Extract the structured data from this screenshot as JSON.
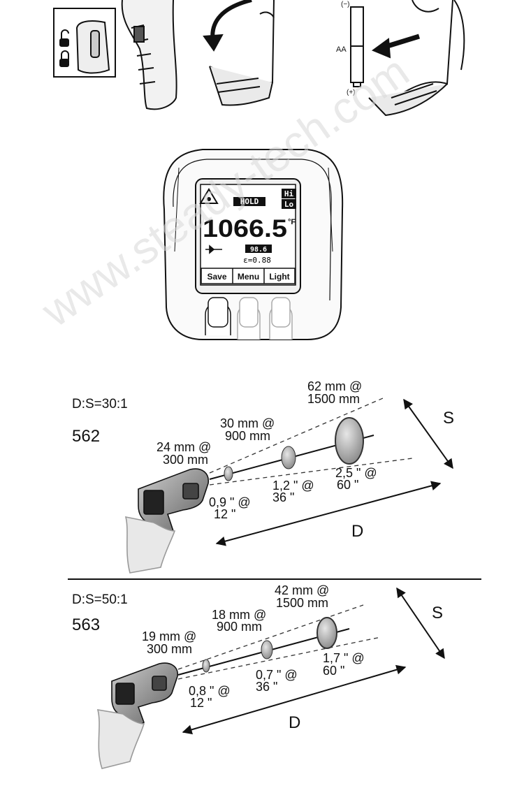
{
  "watermark": "www.steady-tech.com",
  "battery": {
    "polarity_neg": "(−)",
    "polarity_pos": "(+)",
    "cell_label": "AA"
  },
  "device_display": {
    "hold": "HOLD",
    "hi": "Hi",
    "lo": "Lo",
    "reading": "1066.5",
    "unit": "°F",
    "sub_reading": "98.6",
    "emissivity": "ε=0.88",
    "softkeys": [
      "Save",
      "Menu",
      "Light"
    ]
  },
  "models": [
    {
      "model": "562",
      "ratio": "D:S=30:1",
      "spots": [
        {
          "size": "24 mm @",
          "dist": "300 mm"
        },
        {
          "size": "30 mm @",
          "dist": "900 mm"
        },
        {
          "size": "62 mm @",
          "dist": "1500 mm"
        }
      ],
      "imperial": [
        {
          "size": "0,9 \" @",
          "dist": "12 \""
        },
        {
          "size": "1,2 \" @",
          "dist": "36 \""
        },
        {
          "size": "2,5 \" @",
          "dist": "60 \""
        }
      ],
      "axis_s": "S",
      "axis_d": "D"
    },
    {
      "model": "563",
      "ratio": "D:S=50:1",
      "spots": [
        {
          "size": "19 mm @",
          "dist": "300 mm"
        },
        {
          "size": "18 mm @",
          "dist": "900 mm"
        },
        {
          "size": "42 mm @",
          "dist": "1500 mm"
        }
      ],
      "imperial": [
        {
          "size": "0,8 \" @",
          "dist": "12 \""
        },
        {
          "size": "0,7 \" @",
          "dist": "36 \""
        },
        {
          "size": "1,7 \" @",
          "dist": "60 \""
        }
      ],
      "axis_s": "S",
      "axis_d": "D"
    }
  ]
}
